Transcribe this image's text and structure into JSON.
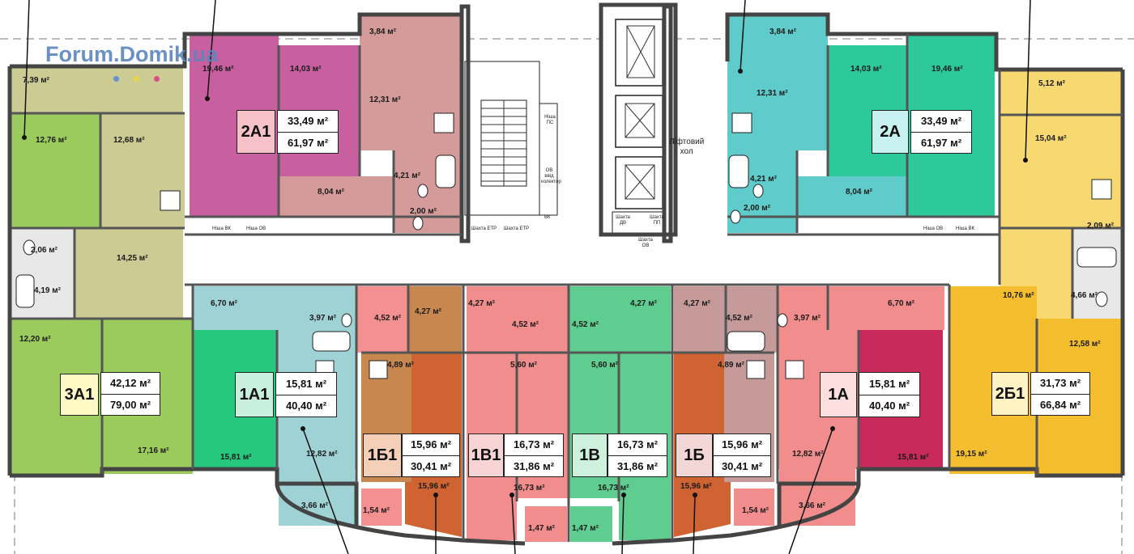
{
  "watermark": "Forum.Domik.ua",
  "hall_label_1": "Ліфтовий",
  "hall_label_2": "хол",
  "colors": {
    "green_lt": "#9ccb5d",
    "olive": "#cccb94",
    "magenta": "#c860a0",
    "rose": "#d59b9b",
    "teal": "#5fcbcb",
    "teal_dark": "#2ec99a",
    "yellow": "#f8d870",
    "orange": "#f4be2e",
    "lightblue": "#9fd2d4",
    "sea": "#26c87f",
    "salmon": "#f49090",
    "brown": "#c8874f",
    "rust": "#cf6331",
    "coral": "#f28d8d",
    "mint": "#5ecd8f",
    "crimson": "#c72a5b",
    "dust": "#c79a9a"
  },
  "apartments": [
    {
      "code": "3А1",
      "living": "42,12 м²",
      "total": "79,00 м²"
    },
    {
      "code": "2А1",
      "living": "33,49 м²",
      "total": "61,97 м²"
    },
    {
      "code": "2А",
      "living": "33,49 м²",
      "total": "61,97 м²"
    },
    {
      "code": "1А1",
      "living": "15,81 м²",
      "total": "40,40 м²"
    },
    {
      "code": "1Б1",
      "living": "15,96 м²",
      "total": "30,41 м²"
    },
    {
      "code": "1В1",
      "living": "16,73 м²",
      "total": "31,86 м²"
    },
    {
      "code": "1В",
      "living": "16,73 м²",
      "total": "31,86 м²"
    },
    {
      "code": "1Б",
      "living": "15,96 м²",
      "total": "30,41 м²"
    },
    {
      "code": "1А",
      "living": "15,81 м²",
      "total": "40,40 м²"
    },
    {
      "code": "2Б1",
      "living": "31,73 м²",
      "total": "66,84 м²"
    }
  ],
  "room_areas": [
    "7,39 м²",
    "12,76 м²",
    "12,68 м²",
    "2,06 м²",
    "14,25 м²",
    "4,19 м²",
    "12,20 м²",
    "17,16 м²",
    "19,46 м²",
    "14,03 м²",
    "3,84 м²",
    "12,31 м²",
    "8,04 м²",
    "4,21 м²",
    "2,00 м²",
    "3,84 м²",
    "12,31 м²",
    "14,03 м²",
    "19,46 м²",
    "4,21 м²",
    "8,04 м²",
    "2,00 м²",
    "5,12 м²",
    "15,04 м²",
    "2,09 м²",
    "10,76 м²",
    "4,66 м²",
    "12,58 м²",
    "19,15 м²",
    "6,70 м²",
    "3,97 м²",
    "4,52 м²",
    "4,27 м²",
    "15,81 м²",
    "12,82 м²",
    "4,89 м²",
    "15,96 м²",
    "1,54 м²",
    "3,66 м²",
    "4,27 м²",
    "4,52 м²",
    "5,60 м²",
    "16,73 м²",
    "1,47 м²",
    "4,52 м²",
    "4,27 м²",
    "5,60 м²",
    "16,73 м²",
    "1,47 м²",
    "4,27 м²",
    "4,52 м²",
    "3,97 м²",
    "4,89 м²",
    "15,96 м²",
    "1,54 м²",
    "3,66 м²",
    "6,70 м²",
    "15,81 м²",
    "12,82 м²"
  ],
  "shaft_labels": [
    "Ніша ВК",
    "Ніша ОВ",
    "Ніша ВК",
    "Ніша ОВ",
    "Шахта ЕТР",
    "Шахта ЕТР",
    "Шахта ДВ",
    "Шахта ПП",
    "Шахта ОВ",
    "Ніша ПС",
    "ОВ ввід колектор",
    "ВК"
  ]
}
